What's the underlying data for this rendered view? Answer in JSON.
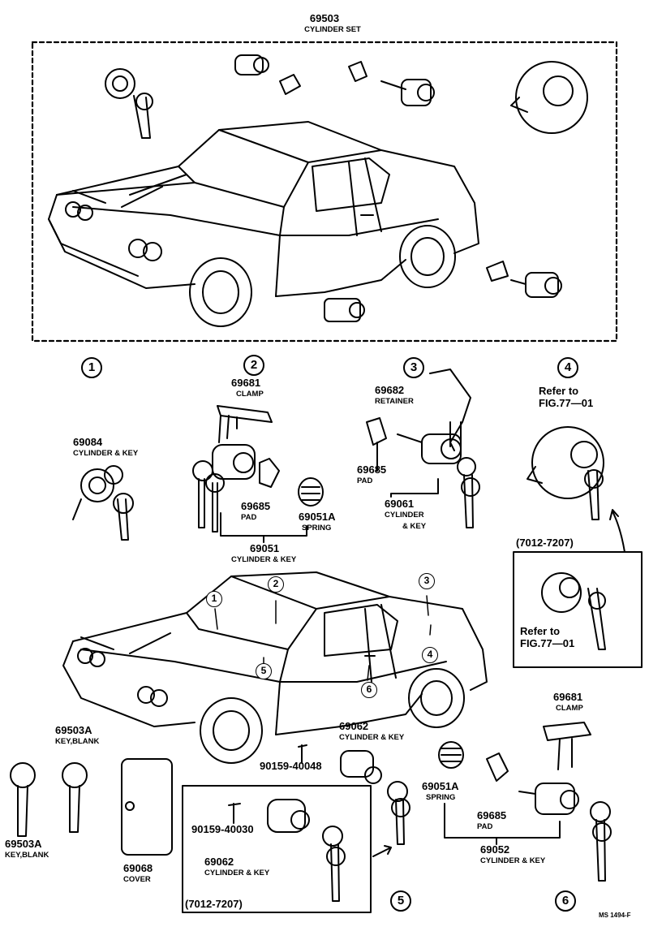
{
  "cylinder_set": {
    "part": "69503",
    "name": "CYLINDER SET"
  },
  "sections": [
    "1",
    "2",
    "3",
    "4",
    "5",
    "6"
  ],
  "parts": {
    "p69084": {
      "part": "69084",
      "name": "CYLINDER & KEY"
    },
    "p69681_top": {
      "part": "69681",
      "name": "CLAMP"
    },
    "p69685_a": {
      "part": "69685",
      "name": "PAD"
    },
    "p69051A_a": {
      "part": "69051A",
      "name": "SPRING"
    },
    "p69051": {
      "part": "69051",
      "name": "CYLINDER & KEY"
    },
    "p69682": {
      "part": "69682",
      "name": "RETAINER"
    },
    "p69685_b": {
      "part": "69685",
      "name": "PAD"
    },
    "p69061": {
      "part": "69061",
      "name": "CYLINDER",
      "name2": "& KEY"
    },
    "p69503A_a": {
      "part": "69503A",
      "name": "KEY,BLANK"
    },
    "p69503A_b": {
      "part": "69503A",
      "name": "KEY,BLANK"
    },
    "p69068": {
      "part": "69068",
      "name": "COVER"
    },
    "p90159_40048": {
      "part": "90159-40048"
    },
    "p69062_a": {
      "part": "69062",
      "name": "CYLINDER & KEY"
    },
    "p90159_40030": {
      "part": "90159-40030"
    },
    "p69062_b": {
      "part": "69062",
      "name": "CYLINDER & KEY"
    },
    "p69051A_b": {
      "part": "69051A",
      "name": "SPRING"
    },
    "p69685_c": {
      "part": "69685",
      "name": "PAD"
    },
    "p69681_bot": {
      "part": "69681",
      "name": "CLAMP"
    },
    "p69052": {
      "part": "69052",
      "name": "CYLINDER & KEY"
    }
  },
  "refer_fig": {
    "line1": "Refer to",
    "line2": "FIG.77—01"
  },
  "date_range": "(7012-7207)",
  "code": "MS 1494-F"
}
